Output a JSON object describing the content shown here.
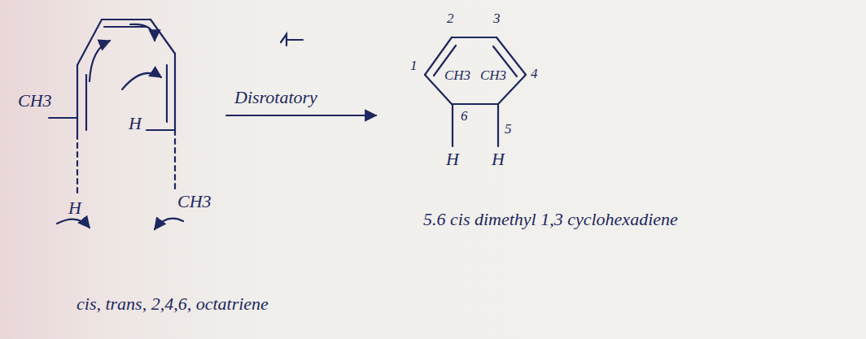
{
  "diagram": {
    "labels": [
      "CH3",
      "H",
      "H",
      "CH3",
      "Disrotatory",
      "2",
      "3",
      "1",
      "CH3",
      "CH3",
      "4",
      "6",
      "5",
      "H",
      "H",
      "5.6 cis dimethyl 1,3 cyclohexadiene",
      "cis, trans, 2,4,6, octatriene"
    ]
  }
}
